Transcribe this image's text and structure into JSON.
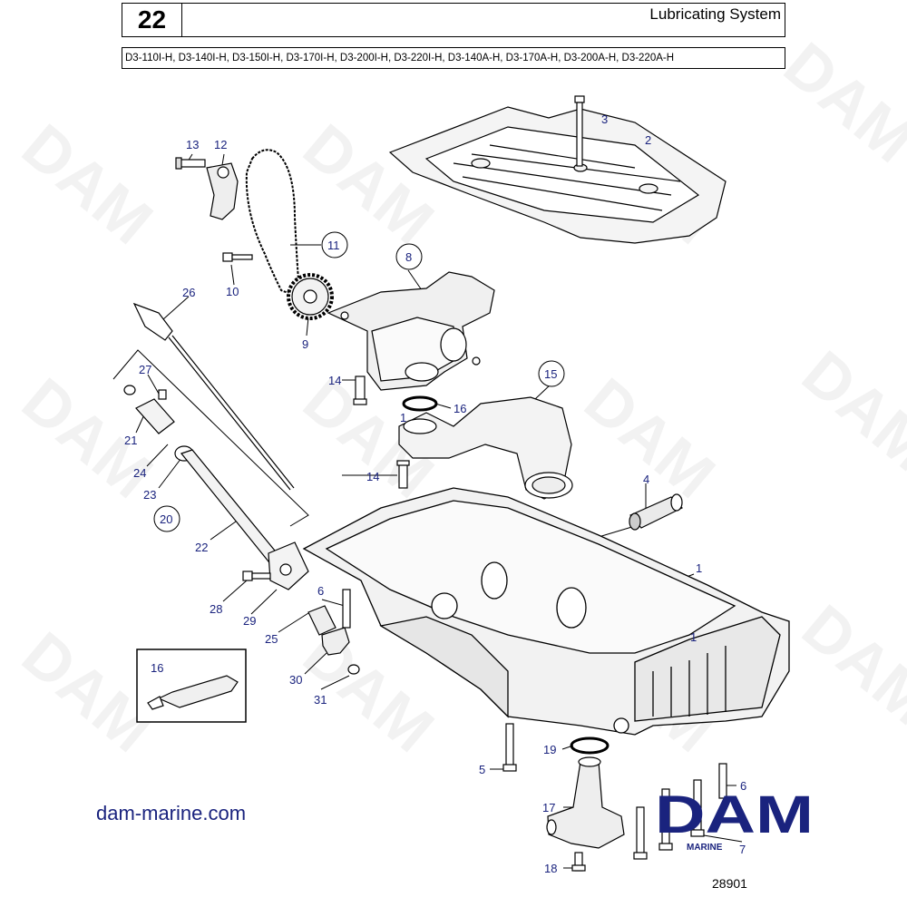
{
  "header": {
    "section_number": "22",
    "title": "Lubricating System",
    "models": "D3-110I-H, D3-140I-H, D3-150I-H, D3-170I-H, D3-200I-H, D3-220I-H, D3-140A-H, D3-170A-H, D3-200A-H, D3-220A-H"
  },
  "watermark": {
    "text": "DAM"
  },
  "callouts": [
    {
      "id": "c1a",
      "text": "1"
    },
    {
      "id": "c1b",
      "text": "1"
    },
    {
      "id": "c1c",
      "text": "1"
    },
    {
      "id": "c2",
      "text": "2"
    },
    {
      "id": "c3",
      "text": "3"
    },
    {
      "id": "c4",
      "text": "4"
    },
    {
      "id": "c5",
      "text": "5"
    },
    {
      "id": "c6a",
      "text": "6"
    },
    {
      "id": "c6b",
      "text": "6"
    },
    {
      "id": "c7",
      "text": "7"
    },
    {
      "id": "c8",
      "text": "8"
    },
    {
      "id": "c9",
      "text": "9"
    },
    {
      "id": "c10",
      "text": "10"
    },
    {
      "id": "c11",
      "text": "11"
    },
    {
      "id": "c12",
      "text": "12"
    },
    {
      "id": "c13",
      "text": "13"
    },
    {
      "id": "c14a",
      "text": "14"
    },
    {
      "id": "c14b",
      "text": "14"
    },
    {
      "id": "c15",
      "text": "15"
    },
    {
      "id": "c16a",
      "text": "16"
    },
    {
      "id": "c16b",
      "text": "16"
    },
    {
      "id": "c17",
      "text": "17"
    },
    {
      "id": "c18",
      "text": "18"
    },
    {
      "id": "c19",
      "text": "19"
    },
    {
      "id": "c20",
      "text": "20"
    },
    {
      "id": "c21",
      "text": "21"
    },
    {
      "id": "c22",
      "text": "22"
    },
    {
      "id": "c23",
      "text": "23"
    },
    {
      "id": "c24",
      "text": "24"
    },
    {
      "id": "c25",
      "text": "25"
    },
    {
      "id": "c26",
      "text": "26"
    },
    {
      "id": "c27",
      "text": "27"
    },
    {
      "id": "c28",
      "text": "28"
    },
    {
      "id": "c29",
      "text": "29"
    },
    {
      "id": "c30",
      "text": "30"
    },
    {
      "id": "c31",
      "text": "31"
    }
  ],
  "footer": {
    "website": "dam-marine.com",
    "logo_text": "DAM",
    "logo_subtext": "MARINE",
    "reference_number": "28901"
  },
  "colors": {
    "label": "#1a237e",
    "logo": "#1a237e",
    "line": "#000000"
  }
}
